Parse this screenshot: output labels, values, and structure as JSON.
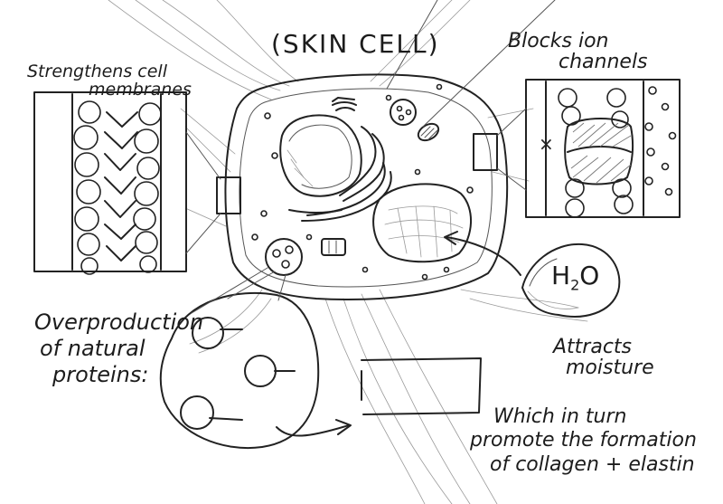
{
  "title": "(SKIN CELL)",
  "left_panel": {
    "label_line1": "Strengthens cell",
    "label_line2": "membranes"
  },
  "right_panel": {
    "label_line1": "Blocks ion",
    "label_line2": "channels",
    "mark": "×"
  },
  "water": {
    "symbol": "H",
    "subscript": "2",
    "suffix": "O",
    "label_line1": "Attracts",
    "label_line2": "moisture"
  },
  "vesicle": {
    "label_line1": "Overproduction",
    "label_line2": "of natural",
    "label_line3": "proteins:"
  },
  "result": {
    "line1": "Which in turn",
    "line2": "promote the formation",
    "line3": "of collagen + elastin"
  },
  "colors": {
    "ink": "#222222",
    "paper": "#ffffff"
  }
}
